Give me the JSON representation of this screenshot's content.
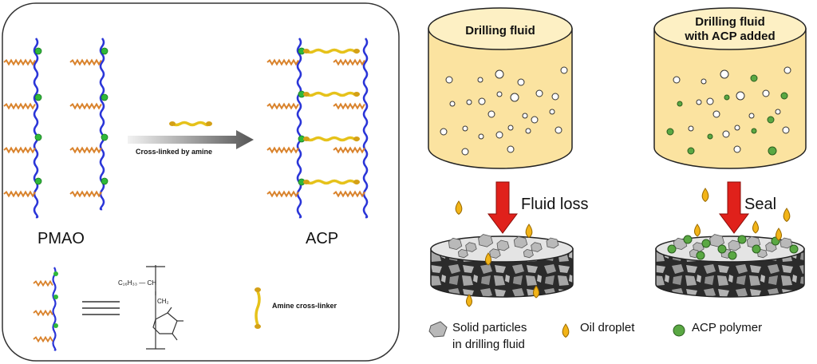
{
  "left_panel": {
    "pmao_label": "PMAO",
    "acp_label": "ACP",
    "arrow_label": "Cross-linked by amine",
    "legend_crosslinker": "Amine cross-linker",
    "formula_sub": "C₁₆H₃₃ — CH",
    "formula_ch2": "CH₂"
  },
  "right_panel": {
    "cylinder1_title": "Drilling fluid",
    "cylinder2_title_line1": "Drilling fluid",
    "cylinder2_title_line2": "with ACP added",
    "arrow1_label": "Fluid loss",
    "arrow2_label": "Seal",
    "legend": {
      "solid_line1": "Solid particles",
      "solid_line2": "in drilling fluid",
      "oil": "Oil droplet",
      "acp": "ACP polymer"
    }
  },
  "colors": {
    "backbone": "#2a35d8",
    "side_chain": "#d9822b",
    "anhydride": "#2fb83a",
    "crosslinker": "#e6c21a",
    "fluid": "#fbe3a0",
    "arrow": "#e0211b",
    "oil": "#f2b418",
    "acp_particle": "#5aa843",
    "solid_particle": "#b9b9b9"
  }
}
